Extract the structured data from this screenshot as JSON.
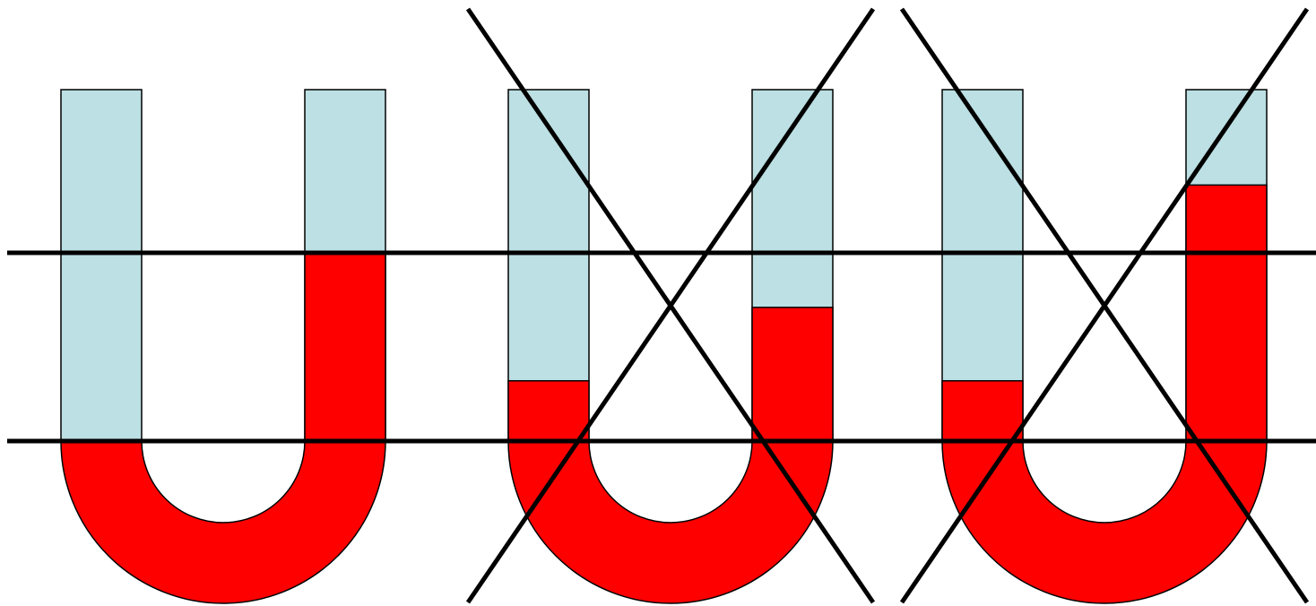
{
  "colors": {
    "background": "#ffffff",
    "liquid": "#ff0000",
    "empty_tube": "#bce0e3",
    "outline": "#000000"
  },
  "reference_lines": [
    "upper-level-line",
    "lower-level-line"
  ],
  "tubes": [
    {
      "name": "u-tube-1",
      "left_fill": 0.0,
      "right_fill": 1.0,
      "crossed_out": false
    },
    {
      "name": "u-tube-2",
      "left_fill": 0.32,
      "right_fill": 0.71,
      "crossed_out": true
    },
    {
      "name": "u-tube-3",
      "left_fill": 0.32,
      "right_fill": 1.36,
      "crossed_out": true
    }
  ]
}
